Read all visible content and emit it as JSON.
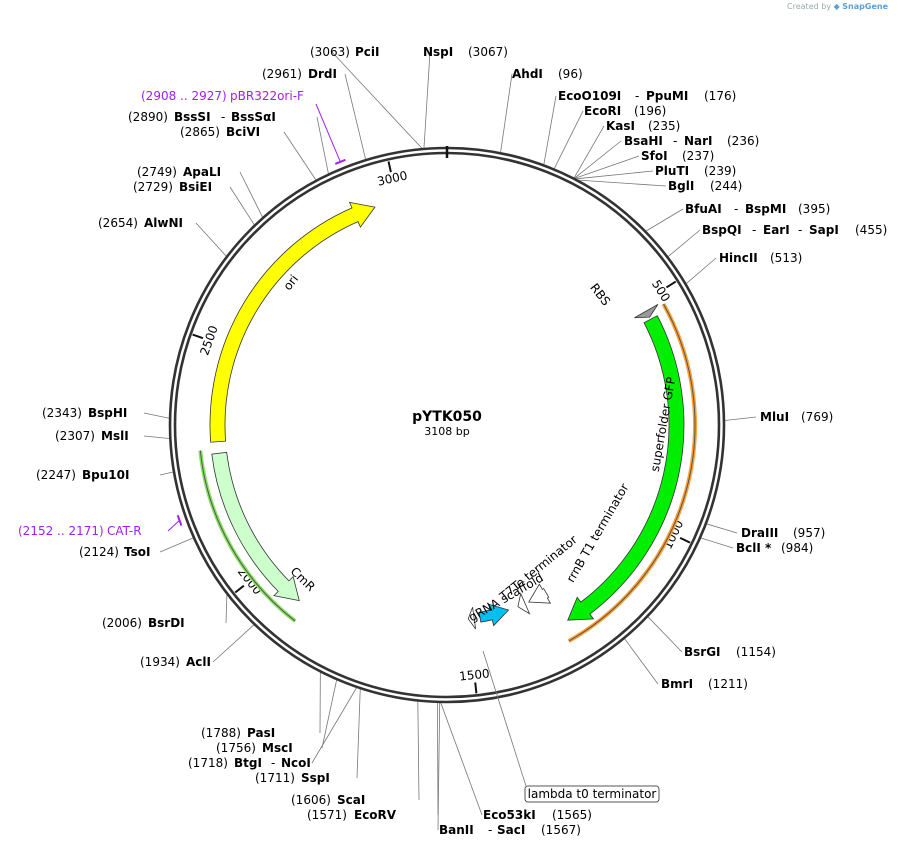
{
  "credit": {
    "prefix": "Created by",
    "brand": "SnapGene",
    "brand_icon": "snapgene-logo-icon"
  },
  "plasmid": {
    "name": "pYTK050",
    "length": 3108,
    "size_label": "3108 bp"
  },
  "ticks": [
    {
      "bp": 500,
      "label": "500"
    },
    {
      "bp": 1000,
      "label": "1000"
    },
    {
      "bp": 1500,
      "label": "1500"
    },
    {
      "bp": 2000,
      "label": "2000"
    },
    {
      "bp": 2500,
      "label": "2500"
    },
    {
      "bp": 3000,
      "label": "3000"
    }
  ],
  "features": [
    {
      "name": "ori",
      "start": 2295,
      "end": 2950,
      "strand": 1,
      "color": "#ffff00",
      "track": 1
    },
    {
      "name": "CmR",
      "start": 1900,
      "end": 2270,
      "strand": -1,
      "color": "#ccffcc",
      "track": 1
    },
    {
      "name": "superfolder GFP",
      "start": 540,
      "end": 1280,
      "strand": 1,
      "color": "#00ee00",
      "track": 1
    },
    {
      "name": "RBS",
      "start": 520,
      "end": 535,
      "strand": 1,
      "color": "#999999",
      "track": 1
    },
    {
      "name": "rrnB T1 terminator",
      "start": 1290,
      "end": 1340,
      "strand": 1,
      "color": "#ffffff",
      "track": 2
    },
    {
      "name": "T7Te terminator",
      "start": 1350,
      "end": 1370,
      "strand": 1,
      "color": "#ffffff",
      "track": 2
    },
    {
      "name": "gRNA scaffold",
      "start": 1395,
      "end": 1470,
      "strand": -1,
      "color": "#00c0f0",
      "track": 2
    },
    {
      "name": "lambda t0 terminator",
      "start": 1485,
      "end": 1500,
      "strand": 1,
      "color": "#ffffff",
      "track": 2
    }
  ],
  "feature_labels": [
    {
      "text": "ori"
    },
    {
      "text": "CmR"
    },
    {
      "text": "superfolder GFP"
    },
    {
      "text": "RBS"
    },
    {
      "text": "rrnB T1 terminator"
    },
    {
      "text": "T7Te terminator"
    },
    {
      "text": "gRNA scaffold"
    },
    {
      "text": "lambda t0 terminator",
      "boxed": true
    }
  ],
  "sites": [
    {
      "name": "PciI",
      "pos": "(3063)",
      "bp": 3063
    },
    {
      "name": "NspI",
      "pos": "(3067)",
      "bp": 3067
    },
    {
      "name": "AhdI",
      "pos": "(96)",
      "bp": 96
    },
    {
      "name": "EcoO109I",
      "name2": "PpuMI",
      "pos": "(176)",
      "bp": 176
    },
    {
      "name": "EcoRI",
      "pos": "(196)",
      "bp": 196
    },
    {
      "name": "KasI",
      "pos": "(235)",
      "bp": 235
    },
    {
      "name": "BsaHI",
      "name2": "NarI",
      "pos": "(236)",
      "bp": 236
    },
    {
      "name": "SfoI",
      "pos": "(237)",
      "bp": 237
    },
    {
      "name": "PluTI",
      "pos": "(239)",
      "bp": 239
    },
    {
      "name": "BglI",
      "pos": "(244)",
      "bp": 244
    },
    {
      "name": "BfuAI",
      "name2": "BspMI",
      "pos": "(395)",
      "bp": 395
    },
    {
      "name": "BspQI",
      "name2": "EarI",
      "name3": "SapI",
      "pos": "(455)",
      "bp": 455
    },
    {
      "name": "HincII",
      "pos": "(513)",
      "bp": 513
    },
    {
      "name": "MluI",
      "pos": "(769)",
      "bp": 769
    },
    {
      "name": "DraIII",
      "pos": "(957)",
      "bp": 957
    },
    {
      "name": "BclI *",
      "pos": "(984)",
      "bp": 984
    },
    {
      "name": "BsrGI",
      "pos": "(1154)",
      "bp": 1154
    },
    {
      "name": "BmrI",
      "pos": "(1211)",
      "bp": 1211
    },
    {
      "name": "Eco53kI",
      "pos": "(1565)",
      "bp": 1565
    },
    {
      "name": "BanII",
      "name2": "SacI",
      "pos": "(1567)",
      "bp": 1567
    },
    {
      "name": "EcoRV",
      "pos": "(1571)",
      "bp": 1571
    },
    {
      "name": "ScaI",
      "pos": "(1606)",
      "bp": 1606
    },
    {
      "name": "SspI",
      "pos": "(1711)",
      "bp": 1711
    },
    {
      "name": "BtgI",
      "name2": "NcoI",
      "pos": "(1718)",
      "bp": 1718
    },
    {
      "name": "MscI",
      "pos": "(1756)",
      "bp": 1756
    },
    {
      "name": "PasI",
      "pos": "(1788)",
      "bp": 1788
    },
    {
      "name": "AclI",
      "pos": "(1934)",
      "bp": 1934
    },
    {
      "name": "BsrDI",
      "pos": "(2006)",
      "bp": 2006
    },
    {
      "name": "TsoI",
      "pos": "(2124)",
      "bp": 2124
    },
    {
      "name": "Bpu10I",
      "pos": "(2247)",
      "bp": 2247
    },
    {
      "name": "MslI",
      "pos": "(2307)",
      "bp": 2307
    },
    {
      "name": "BspHI",
      "pos": "(2343)",
      "bp": 2343
    },
    {
      "name": "AlwNI",
      "pos": "(2654)",
      "bp": 2654
    },
    {
      "name": "BsiEI",
      "pos": "(2729)",
      "bp": 2729
    },
    {
      "name": "ApaLI",
      "pos": "(2749)",
      "bp": 2749
    },
    {
      "name": "BciVI",
      "pos": "(2865)",
      "bp": 2865
    },
    {
      "name": "BssSI",
      "name2": "BssSαI",
      "pos": "(2890)",
      "bp": 2890
    },
    {
      "name": "DrdI",
      "pos": "(2961)",
      "bp": 2961
    }
  ],
  "primers": [
    {
      "name": "pBR322ori-F",
      "pos": "(2908 .. 2927)",
      "start": 2908,
      "end": 2927
    },
    {
      "name": "CAT-R",
      "pos": "(2152 .. 2171)",
      "start": 2152,
      "end": 2171
    }
  ],
  "colors": {
    "backbone": "#333333",
    "primer": "#a020f0",
    "feature_outline_gfp_track": "#ff9f30",
    "cmr_annotation_outline": "#88e060"
  }
}
